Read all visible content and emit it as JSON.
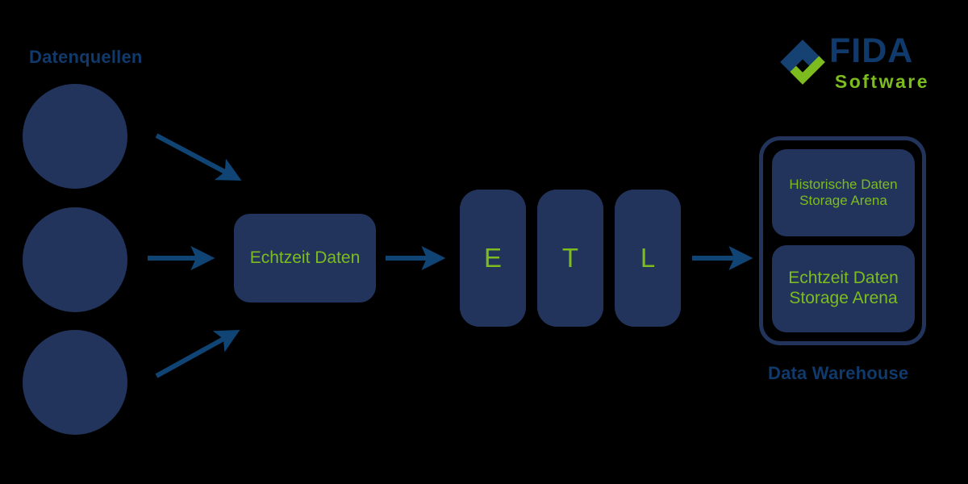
{
  "diagram": {
    "title_sources": "Datenquellen",
    "title_warehouse": "Data Warehouse"
  },
  "colors": {
    "background": "#000000",
    "navy_fill": "#22345c",
    "label_blue": "#0f3a6b",
    "accent_green": "#7dbc1f",
    "arrow_blue": "#0f4475"
  },
  "sources": [
    {
      "name": "source-1"
    },
    {
      "name": "source-2"
    },
    {
      "name": "source-3"
    }
  ],
  "realtime_node": {
    "label": "Echtzeit Daten"
  },
  "etl": {
    "boxes": [
      {
        "label": "E"
      },
      {
        "label": "T"
      },
      {
        "label": "L"
      }
    ]
  },
  "warehouse": {
    "historic": {
      "line1": "Historische Daten",
      "line2": "Storage Arena"
    },
    "realtime": {
      "line1": "Echtzeit Daten",
      "line2": "Storage Arena"
    }
  },
  "logo": {
    "wordmark": "FIDA",
    "subword": "Software",
    "mark_icon": "diamond-check-icon"
  },
  "arrows": [
    {
      "name": "arrow-source1-to-realtime",
      "direction": "down-right"
    },
    {
      "name": "arrow-source2-to-realtime",
      "direction": "right"
    },
    {
      "name": "arrow-source3-to-realtime",
      "direction": "up-right"
    },
    {
      "name": "arrow-realtime-to-etl",
      "direction": "right"
    },
    {
      "name": "arrow-etl-to-warehouse",
      "direction": "right"
    }
  ]
}
